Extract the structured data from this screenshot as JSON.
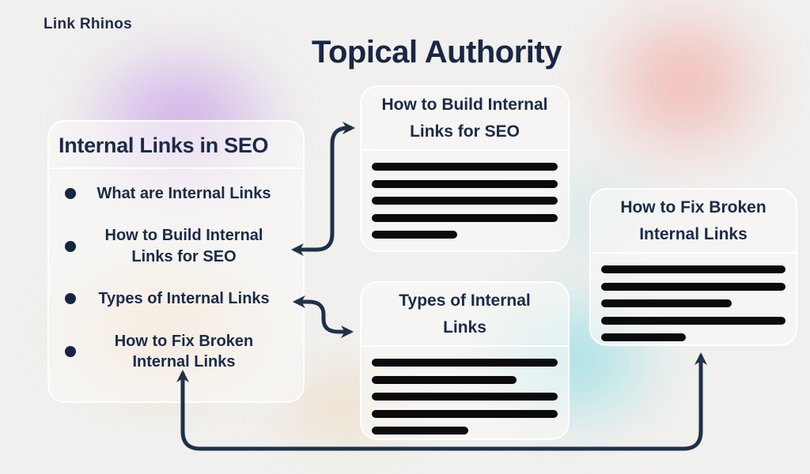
{
  "brand": {
    "logo_text": "Link Rhinos"
  },
  "title": "Topical Authority",
  "colors": {
    "navy_text": "#1b2a49",
    "arrow": "#1e3147",
    "bar_black": "#0b0b0d",
    "blob_purple": "#a866e4",
    "blob_red": "#f28078",
    "blob_orange": "#ebb26c",
    "blob_cyan": "#62d4e0"
  },
  "left_card": {
    "title": "Internal Links in SEO",
    "items": [
      "What are Internal Links",
      "How to Build Internal\nLinks for SEO",
      "Types of Internal Links",
      "How to Fix Broken\nInternal Links"
    ]
  },
  "cards": {
    "build": {
      "title": "How to Build Internal\nLinks for SEO",
      "bars": [
        100,
        100,
        100,
        100,
        46
      ]
    },
    "types": {
      "title": "Types of Internal\nLinks",
      "bars": [
        100,
        78,
        100,
        100,
        52
      ]
    },
    "fix": {
      "title": "How to Fix Broken\nInternal Links",
      "bars": [
        100,
        100,
        71,
        100,
        46
      ]
    }
  }
}
